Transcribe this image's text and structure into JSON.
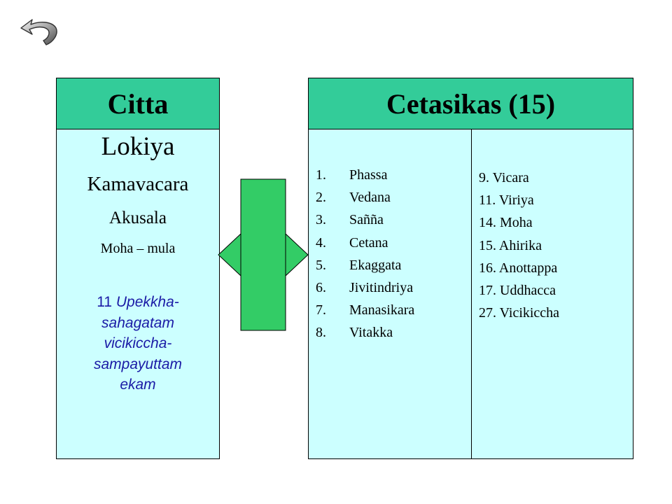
{
  "nav": {
    "back_icon": "curved-back-arrow-icon"
  },
  "citta": {
    "header": "Citta",
    "lokiya": "Lokiya",
    "kamavacara": "Kamavacara",
    "akusala": "Akusala",
    "moha_mula": "Moha – mula",
    "type_number": "11",
    "type_name_lines": [
      "Upekkha-",
      "sahagatam",
      "vicikiccha-",
      "sampayuttam",
      "ekam"
    ]
  },
  "cetasikas": {
    "header": "Cetasikas (15)",
    "left_list": [
      {
        "num": "1.",
        "name": "Phassa"
      },
      {
        "num": "2.",
        "name": "Vedana"
      },
      {
        "num": "3.",
        "name": "Sañña"
      },
      {
        "num": "4.",
        "name": "Cetana"
      },
      {
        "num": "5.",
        "name": "Ekaggata"
      },
      {
        "num": "6.",
        "name": "Jivitindriya"
      },
      {
        "num": "7.",
        "name": "Manasikara"
      },
      {
        "num": "8.",
        "name": "Vitakka"
      }
    ],
    "right_list": [
      "9. Vicara",
      "11. Viriya",
      "14. Moha",
      "15. Ahirika",
      "16. Anottappa",
      "17. Uddhacca",
      "27. Vicikiccha"
    ]
  },
  "colors": {
    "header_bg": "#33cc99",
    "panel_bg": "#ccffff",
    "arrow_fill": "#33cc66",
    "citta_type_text": "#1a1aa6"
  },
  "connector": {
    "icon": "double-headed-arrow-icon"
  }
}
